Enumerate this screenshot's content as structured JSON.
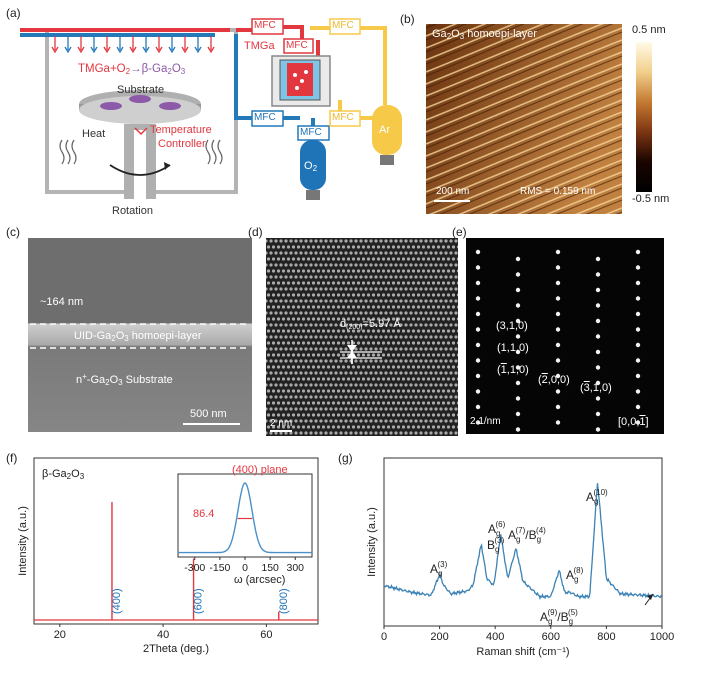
{
  "panel_letters": {
    "a": "(a)",
    "b": "(b)",
    "c": "(c)",
    "d": "(d)",
    "e": "(e)",
    "f": "(f)",
    "g": "(g)"
  },
  "panel_a": {
    "mfc": "MFC",
    "tmga": "TMGa",
    "reaction_left": "TMGa+O",
    "reaction_sub": "2",
    "reaction_right": "→β-Ga",
    "reaction_ga_sub": "2",
    "reaction_o": "O",
    "reaction_o_sub": "3",
    "substrate": "Substrate",
    "heat": "Heat",
    "temp_controller_1": "Temperature",
    "temp_controller_2": "Controller",
    "rotation": "Rotation",
    "ar": "Ar",
    "o2": "O",
    "o2_sub": "2",
    "colors": {
      "red": "#e2373f",
      "blue": "#1f73b7",
      "yellow": "#f7c948",
      "gray": "#9e9e9e"
    }
  },
  "panel_b": {
    "title_prefix": "Ga",
    "title_sub1": "2",
    "title_mid": "O",
    "title_sub2": "3",
    "title_suffix": " homoepi-layer",
    "scale": "200 nm",
    "rms": "RMS = 0.159 nm",
    "cbar_max": "0.5 nm",
    "cbar_min": "-0.5 nm"
  },
  "panel_c": {
    "thickness": "~164 nm",
    "layer": "UID-Ga",
    "layer_sub1": "2",
    "layer_mid": "O",
    "layer_sub2": "3",
    "layer_suffix": " homoepi-layer",
    "substrate_prefix": "n",
    "substrate_sup": "+",
    "substrate_mid": "-Ga",
    "substrate_sub1": "2",
    "substrate_o": "O",
    "substrate_sub2": "3",
    "substrate_suffix": " Substrate",
    "scale": "500 nm"
  },
  "panel_d": {
    "d_label": "d",
    "d_sub": "(200)",
    "d_value": "=5.97 Å",
    "scale": "2 nm"
  },
  "panel_e": {
    "spots": [
      {
        "text": "(3,1,0)",
        "bar": false
      },
      {
        "text": "(1,1,0)",
        "bar": false
      },
      {
        "text": "(1,1,0)",
        "bar": true
      },
      {
        "text": "(2,0,0)",
        "bar": true
      },
      {
        "text": "(3,1,0)",
        "bar": true
      }
    ],
    "zone": "[0,0,1]",
    "scale": "2 1/nm"
  },
  "panel_f": {
    "material": "β-Ga",
    "material_sub1": "2",
    "material_o": "O",
    "material_sub2": "3",
    "inset_plane": "(400) plane",
    "fwhm": "86.4",
    "inset_xlabel": "ω (arcsec)",
    "peak_labels": [
      "(400)",
      "(600)",
      "(800)"
    ]
  },
  "panel_g": {
    "peak_labels": [
      {
        "base": "A",
        "sub": "g",
        "sup": "(3)"
      },
      {
        "base": "B",
        "sub": "g",
        "sup": "(3)"
      },
      {
        "base": "A",
        "sub": "g",
        "sup": "(6)"
      },
      {
        "base": "A",
        "sub": "g",
        "sup": "(7)",
        "base2": "/B",
        "sub2": "g",
        "sup2": "(4)"
      },
      {
        "base": "A",
        "sub": "g",
        "sup": "(8)"
      },
      {
        "base": "A",
        "sub": "g",
        "sup": "(9)",
        "base2": "/B",
        "sub2": "g",
        "sup2": "(5)"
      },
      {
        "base": "A",
        "sub": "g",
        "sup": "(10)"
      }
    ]
  },
  "chart_data": [
    {
      "type": "line",
      "title": "",
      "xlabel": "2Theta (deg.)",
      "ylabel": "Intensity (a.u.)",
      "xlim": [
        15,
        70
      ],
      "x_ticks": [
        20,
        40,
        60
      ],
      "x_tick_labels": [
        "20",
        "40",
        "60"
      ],
      "color": "#e2373f",
      "series": [
        {
          "x": [
            30.1,
            45.9,
            62.4
          ],
          "values": [
            1.0,
            0.52,
            0.07
          ]
        }
      ]
    },
    {
      "type": "line",
      "title": "",
      "xlabel": "ω (arcsec)",
      "ylabel": "",
      "xlim": [
        -400,
        400
      ],
      "x_ticks": [
        -300,
        -150,
        0,
        150,
        300
      ],
      "x_tick_labels": [
        "-300",
        "-150",
        "0",
        "150",
        "300"
      ],
      "color": "#4a90c8",
      "series": [
        {
          "center": 0,
          "fwhm_arcsec": 86.4,
          "x": [
            -300,
            -150,
            -43,
            0,
            43,
            150,
            300
          ],
          "values": [
            0.02,
            0.08,
            0.5,
            1.0,
            0.5,
            0.08,
            0.02
          ]
        }
      ]
    },
    {
      "type": "line",
      "title": "",
      "xlabel": "Raman shift (cm⁻¹)",
      "ylabel": "Intensity (a.u.)",
      "xlim": [
        0,
        1000
      ],
      "x_ticks": [
        0,
        200,
        400,
        600,
        800,
        1000
      ],
      "x_tick_labels": [
        "0",
        "200",
        "400",
        "600",
        "800",
        "1000"
      ],
      "color": "#3b82b5",
      "series": [
        {
          "x": [
            0,
            100,
            170,
            200,
            215,
            240,
            300,
            320,
            350,
            370,
            395,
            420,
            445,
            475,
            500,
            560,
            600,
            630,
            650,
            670,
            700,
            740,
            768,
            800,
            850,
            1000
          ],
          "values": [
            0.25,
            0.2,
            0.18,
            0.33,
            0.25,
            0.19,
            0.21,
            0.25,
            0.55,
            0.3,
            0.25,
            0.62,
            0.3,
            0.52,
            0.28,
            0.17,
            0.17,
            0.36,
            0.2,
            0.2,
            0.17,
            0.17,
            1.0,
            0.3,
            0.19,
            0.17
          ]
        }
      ]
    }
  ]
}
